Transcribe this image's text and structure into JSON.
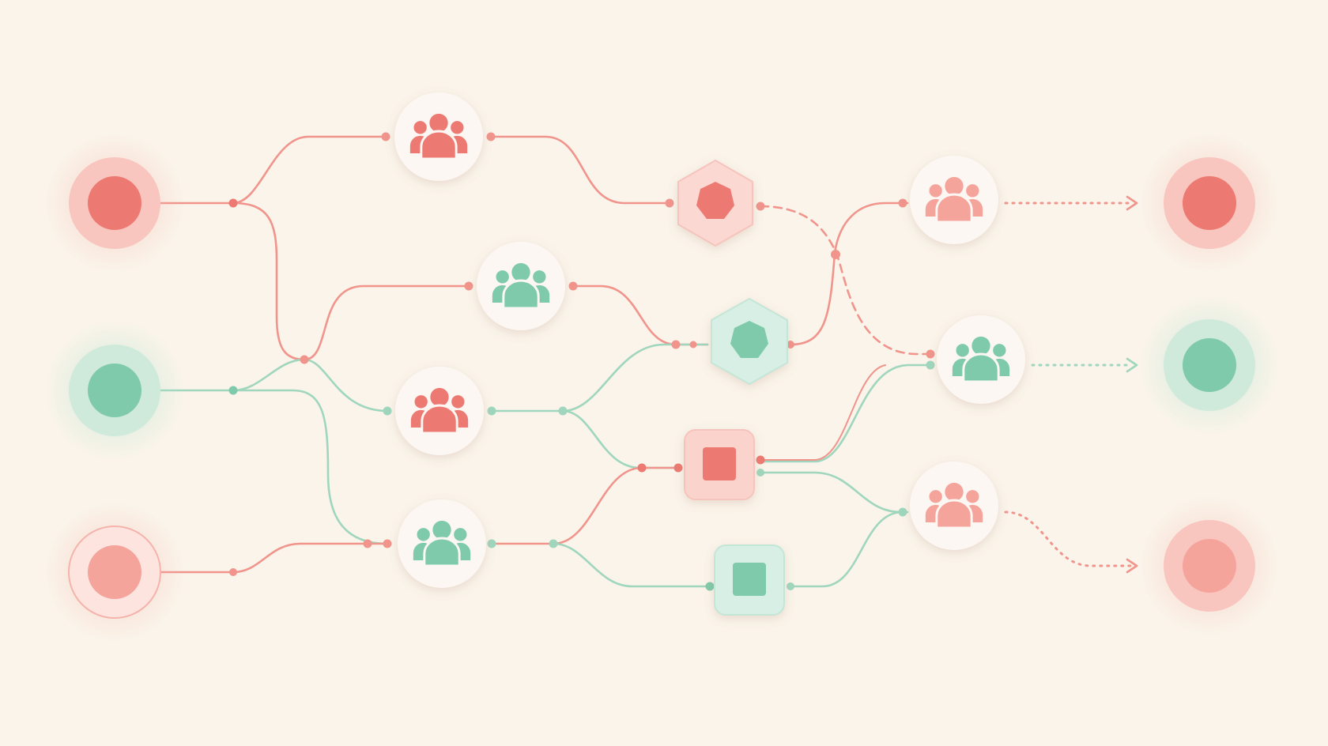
{
  "colors": {
    "background": "#faf4ea",
    "coral": "#ec7a72",
    "coral_light": "#f5a49c",
    "coral_line": "#f0948c",
    "mint": "#7fcaaa",
    "mint_line": "#9fd6bd",
    "node_fill": "#fdf7f3",
    "hex_coral_fill": "#fbd9d2",
    "hex_mint_fill": "#d7efe4",
    "square_coral_fill": "#fbd3cd",
    "square_mint_fill": "#d7efe4"
  },
  "diagram": {
    "sources": [
      {
        "id": "src-1",
        "color": "coral"
      },
      {
        "id": "src-2",
        "color": "mint"
      },
      {
        "id": "src-3",
        "color": "coral_light"
      }
    ],
    "group_nodes": [
      {
        "id": "group-1",
        "icon": "people-group-icon",
        "color": "coral"
      },
      {
        "id": "group-2",
        "icon": "people-group-icon",
        "color": "mint"
      },
      {
        "id": "group-3",
        "icon": "people-group-icon",
        "color": "coral"
      },
      {
        "id": "group-4",
        "icon": "people-group-icon",
        "color": "mint"
      },
      {
        "id": "group-5",
        "icon": "people-group-icon",
        "color": "coral_light"
      },
      {
        "id": "group-6",
        "icon": "people-group-icon",
        "color": "mint"
      },
      {
        "id": "group-7",
        "icon": "people-group-icon",
        "color": "coral_light"
      }
    ],
    "hubs": [
      {
        "id": "hex-1",
        "shape": "hexagon",
        "color": "coral"
      },
      {
        "id": "hex-2",
        "shape": "hexagon",
        "color": "mint"
      },
      {
        "id": "square-1",
        "shape": "square",
        "color": "coral"
      },
      {
        "id": "square-2",
        "shape": "square",
        "color": "mint"
      }
    ],
    "targets": [
      {
        "id": "tgt-1",
        "color": "coral"
      },
      {
        "id": "tgt-2",
        "color": "mint"
      },
      {
        "id": "tgt-3",
        "color": "coral_light"
      }
    ],
    "edges": [
      {
        "from": "src-1",
        "to": "group-1",
        "color": "coral",
        "style": "solid"
      },
      {
        "from": "src-1",
        "to": "group-3",
        "color": "coral",
        "style": "solid"
      },
      {
        "from": "src-2",
        "to": "group-2",
        "color": "coral",
        "style": "solid"
      },
      {
        "from": "src-2",
        "to": "group-3",
        "color": "mint",
        "style": "solid"
      },
      {
        "from": "src-2",
        "to": "group-4",
        "color": "mint",
        "style": "solid"
      },
      {
        "from": "src-3",
        "to": "group-4",
        "color": "coral",
        "style": "solid"
      },
      {
        "from": "group-1",
        "to": "hex-1",
        "color": "coral",
        "style": "solid"
      },
      {
        "from": "group-2",
        "to": "hex-2",
        "color": "coral",
        "style": "solid"
      },
      {
        "from": "group-3",
        "to": "hex-2",
        "color": "mint",
        "style": "solid"
      },
      {
        "from": "group-3",
        "to": "square-1",
        "color": "mint",
        "style": "solid"
      },
      {
        "from": "group-4",
        "to": "square-1",
        "color": "coral",
        "style": "solid"
      },
      {
        "from": "group-4",
        "to": "square-2",
        "color": "mint",
        "style": "solid"
      },
      {
        "from": "hex-1",
        "to": "group-6",
        "color": "coral",
        "style": "dashed"
      },
      {
        "from": "hex-2",
        "to": "group-5",
        "color": "coral",
        "style": "solid"
      },
      {
        "from": "square-1",
        "to": "group-6",
        "color": "mint",
        "style": "solid"
      },
      {
        "from": "square-1",
        "to": "group-7",
        "color": "mint",
        "style": "solid"
      },
      {
        "from": "square-2",
        "to": "group-7",
        "color": "mint",
        "style": "solid"
      },
      {
        "from": "group-5",
        "to": "tgt-1",
        "color": "coral",
        "style": "dotted"
      },
      {
        "from": "group-6",
        "to": "tgt-2",
        "color": "mint",
        "style": "dotted"
      },
      {
        "from": "group-7",
        "to": "tgt-3",
        "color": "coral",
        "style": "dotted"
      }
    ]
  }
}
